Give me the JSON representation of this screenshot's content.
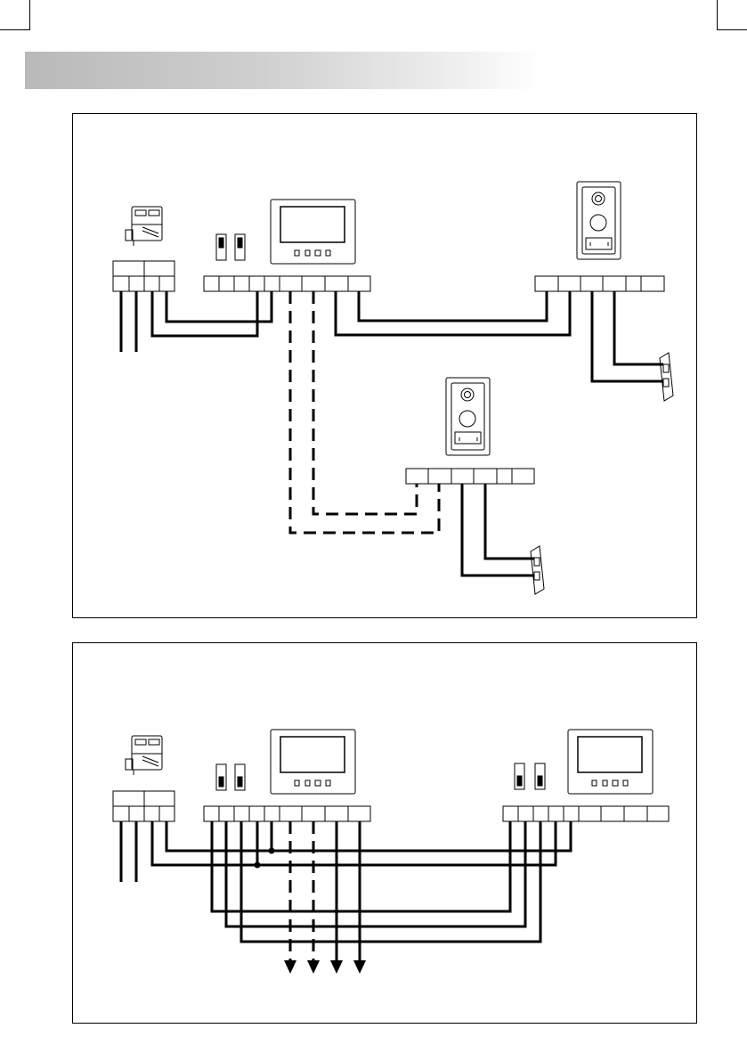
{
  "page": {
    "header_title": ""
  },
  "diagrams": [
    {
      "id": "diagram-1",
      "caption": "",
      "components": [
        "power-supply",
        "indoor-monitor",
        "outdoor-station-1",
        "outdoor-station-2",
        "door-lock-1",
        "door-lock-2"
      ],
      "connections": [
        "solid",
        "dashed"
      ]
    },
    {
      "id": "diagram-2",
      "caption": "",
      "components": [
        "power-supply",
        "indoor-monitor-1",
        "indoor-monitor-2"
      ],
      "connections": [
        "solid",
        "dashed",
        "arrows-out"
      ]
    }
  ],
  "colors": {
    "line": "#000000",
    "header_gradient_start": "#b9b9b9",
    "header_gradient_end": "#ffffff"
  }
}
